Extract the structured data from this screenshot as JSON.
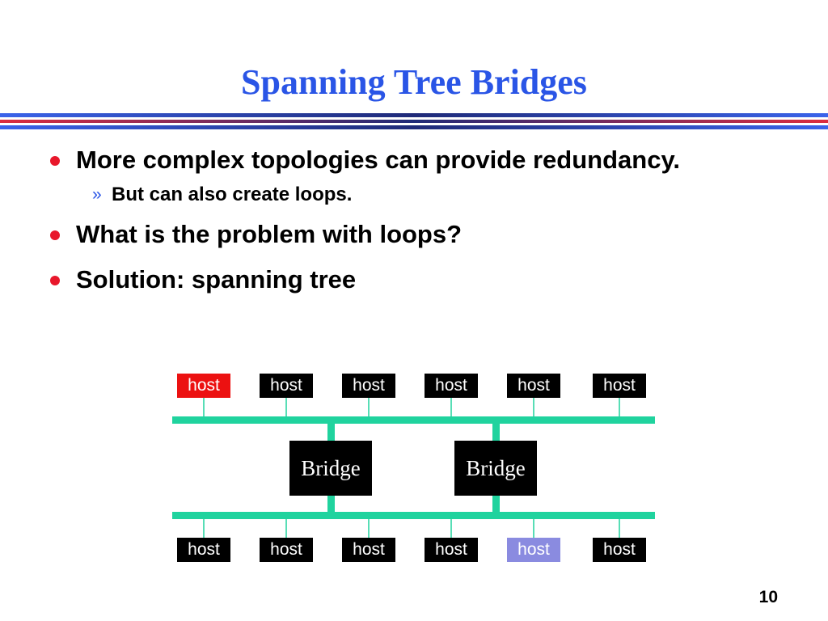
{
  "title": "Spanning Tree Bridges",
  "colors": {
    "title": "#2a55e6",
    "bullet_dot": "#e8172b",
    "sub_marker": "#2a55e6",
    "rule_blue": "#3a63ea",
    "rule_red": "#dc2c3f",
    "rule_dark": "#1f2a78",
    "lan": "#20d39e",
    "host_default": "#000000",
    "host_red": "#ec1111",
    "host_lavender": "#8a8be0",
    "bridge": "#000000"
  },
  "bullets": [
    {
      "text": "More complex topologies can provide redundancy.",
      "sub": [
        "But can also create loops."
      ]
    },
    {
      "text": "What is the problem with loops?"
    },
    {
      "text": "Solution: spanning tree"
    }
  ],
  "sub_marker_glyph": "»",
  "diagram": {
    "top_hosts": [
      {
        "label": "host",
        "highlight": "red"
      },
      {
        "label": "host"
      },
      {
        "label": "host"
      },
      {
        "label": "host"
      },
      {
        "label": "host"
      },
      {
        "label": "host"
      }
    ],
    "bottom_hosts": [
      {
        "label": "host"
      },
      {
        "label": "host"
      },
      {
        "label": "host"
      },
      {
        "label": "host"
      },
      {
        "label": "host",
        "highlight": "lavender"
      },
      {
        "label": "host"
      }
    ],
    "bridges": [
      {
        "label": "Bridge"
      },
      {
        "label": "Bridge"
      }
    ]
  },
  "page_number": "10"
}
